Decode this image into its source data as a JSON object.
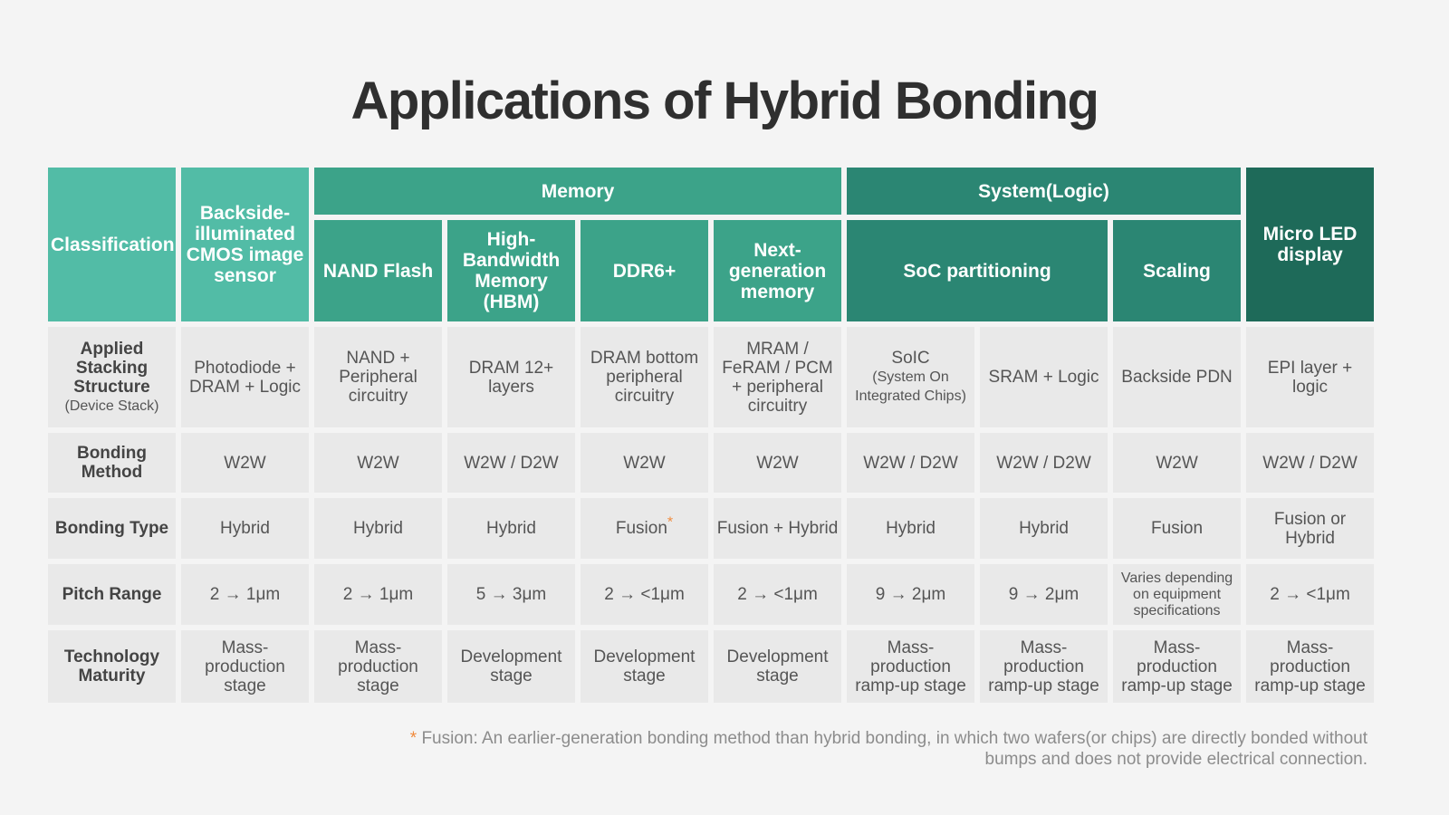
{
  "title": "Applications of Hybrid Bonding",
  "header": {
    "classification": "Classification",
    "bsi_cmos": "Backside-illuminated CMOS image sensor",
    "memory": "Memory",
    "system_logic": "System(Logic)",
    "micro_led": "Micro LED display",
    "nand_flash": "NAND Flash",
    "hbm": "High-Bandwidth Memory (HBM)",
    "ddr6": "DDR6+",
    "next_gen": "Next-generation memory",
    "soc_partitioning": "SoC partitioning",
    "scaling": "Scaling"
  },
  "rows": {
    "stacking": {
      "label": "Applied Stacking Structure",
      "label_sub": "(Device Stack)",
      "cells": [
        "Photodiode + DRAM + Logic",
        "NAND + Peripheral circuitry",
        "DRAM 12+ layers",
        "DRAM bottom peripheral circuitry",
        "MRAM / FeRAM / PCM + peripheral circuitry",
        "SoIC",
        "SRAM + Logic",
        "Backside PDN",
        "EPI layer + logic"
      ],
      "soic_sub": "(System On Integrated Chips)"
    },
    "method": {
      "label": "Bonding Method",
      "cells": [
        "W2W",
        "W2W",
        "W2W / D2W",
        "W2W",
        "W2W",
        "W2W / D2W",
        "W2W / D2W",
        "W2W",
        "W2W / D2W"
      ]
    },
    "type": {
      "label": "Bonding Type",
      "cells": [
        "Hybrid",
        "Hybrid",
        "Hybrid",
        "Fusion",
        "Fusion + Hybrid",
        "Hybrid",
        "Hybrid",
        "Fusion",
        "Fusion or Hybrid"
      ],
      "asterisk": "*"
    },
    "pitch": {
      "label": "Pitch Range",
      "cells": [
        "2 → 1μm",
        "2 → 1μm",
        "5 → 3μm",
        "2 → <1μm",
        "2 → <1μm",
        "9 → 2μm",
        "9 → 2μm",
        "Varies depending on equipment specifications",
        "2 → <1μm"
      ]
    },
    "maturity": {
      "label": "Technology Maturity",
      "cells": [
        "Mass-production stage",
        "Mass-production stage",
        "Development stage",
        "Development stage",
        "Development stage",
        "Mass-production ramp-up stage",
        "Mass-production ramp-up stage",
        "Mass-production ramp-up stage",
        "Mass-production ramp-up stage"
      ]
    }
  },
  "footnote": {
    "star": "*",
    "text": "Fusion: An earlier-generation bonding method than hybrid bonding, in which two wafers(or chips) are directly bonded without bumps and does not provide electrical connection."
  },
  "colors": {
    "header_light": "#52bca6",
    "header_memory": "#3ca389",
    "header_system": "#2b8673",
    "header_micro_led": "#1e6a59",
    "cell_bg": "#e9e9e9",
    "asterisk": "#f08a3c"
  }
}
